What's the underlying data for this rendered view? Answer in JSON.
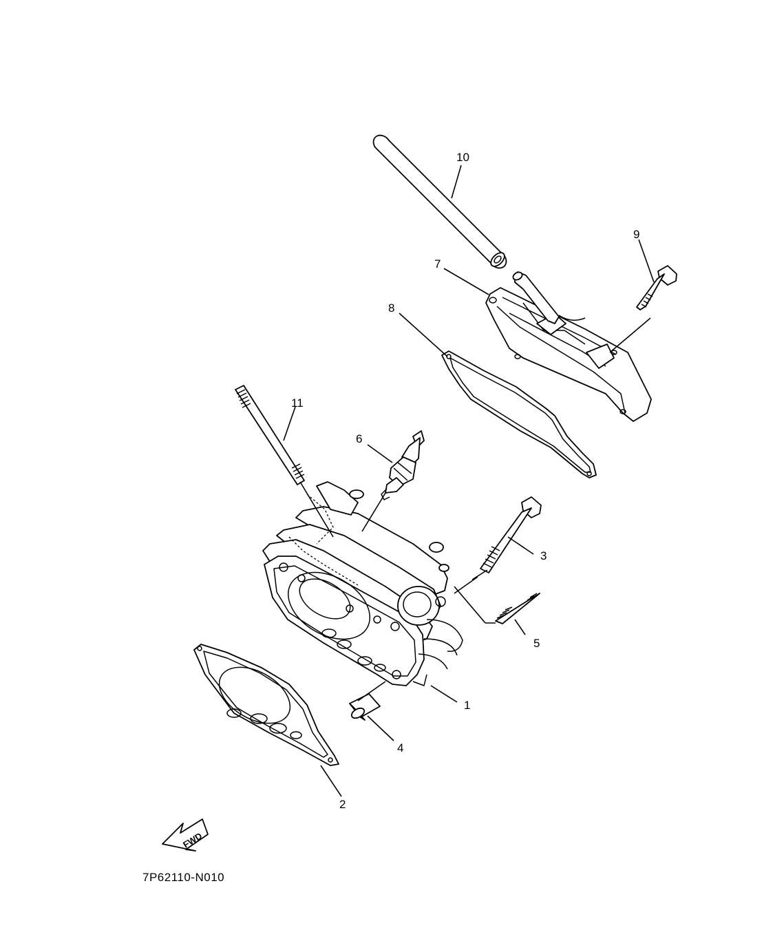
{
  "callouts": [
    {
      "id": "1",
      "text": "1"
    },
    {
      "id": "2",
      "text": "2"
    },
    {
      "id": "3",
      "text": "3"
    },
    {
      "id": "4",
      "text": "4"
    },
    {
      "id": "5",
      "text": "5"
    },
    {
      "id": "6",
      "text": "6"
    },
    {
      "id": "7",
      "text": "7"
    },
    {
      "id": "8",
      "text": "8"
    },
    {
      "id": "9",
      "text": "9"
    },
    {
      "id": "10",
      "text": "10"
    },
    {
      "id": "11",
      "text": "11"
    }
  ],
  "fwd_arrow": {
    "text": "FWD",
    "icon": "fwd-arrow-icon"
  },
  "diagram_code": "7P62110-N010"
}
